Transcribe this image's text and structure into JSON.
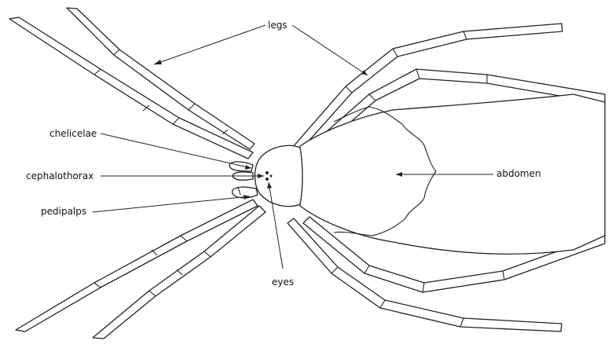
{
  "labels": {
    "legs": "legs",
    "chelicelae": "chelicelae",
    "cephalothorax": "cephalothorax",
    "pedipalps": "pedipalps",
    "abdomen": "abdomen",
    "eyes": "eyes"
  },
  "colors": {
    "line": "#222222",
    "background": "#ffffff"
  }
}
